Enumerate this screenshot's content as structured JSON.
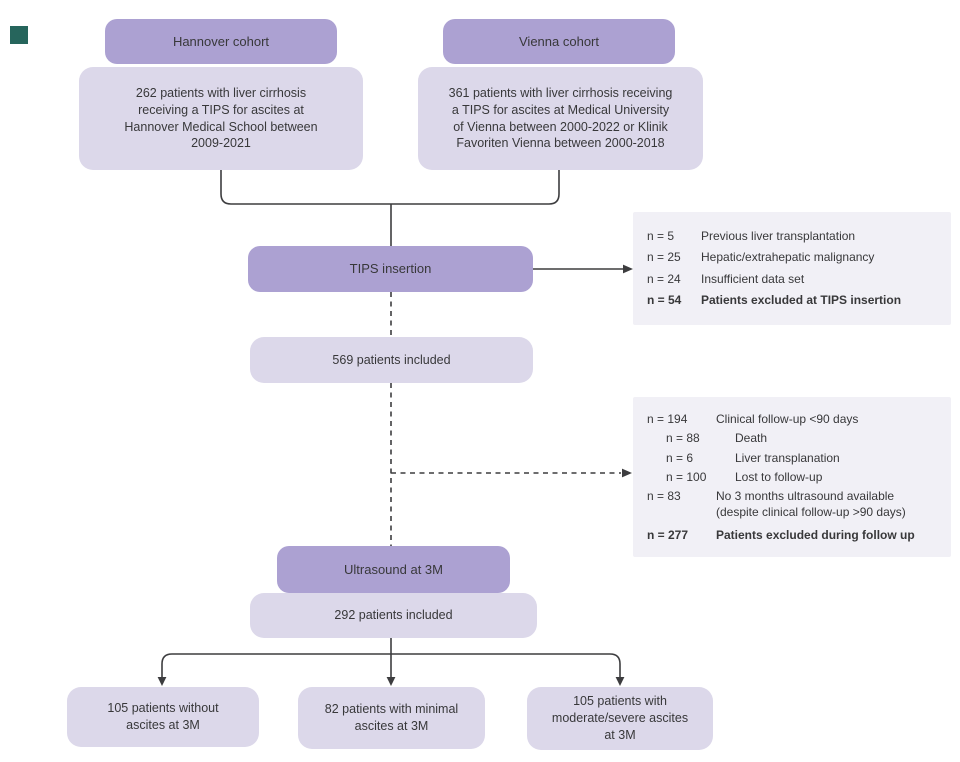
{
  "palette": {
    "node_purple": "#aca1d2",
    "node_lavender": "#dcd8ea",
    "panel_bg": "#f1f0f6",
    "line": "#3d3d3f",
    "text": "#38383a",
    "corner_marker": "#26655c"
  },
  "cohorts": {
    "hannover": {
      "header": "Hannover cohort",
      "body": "262 patients with liver cirrhosis\nreceiving a TIPS for ascites at\nHannover Medical School between\n2009-2021"
    },
    "vienna": {
      "header": "Vienna cohort",
      "body": "361 patients with liver cirrhosis receiving\na TIPS for ascites at Medical University\nof Vienna between 2000-2022 or Klinik\nFavoriten Vienna between 2000-2018"
    }
  },
  "flow": {
    "tips_insertion": "TIPS insertion",
    "included_after_tips": "569 patients included",
    "ultrasound": "Ultrasound at 3M",
    "included_after_followup": "292 patients included"
  },
  "exclusion_at_tips": {
    "rows": [
      {
        "n": "n = 5",
        "label": "Previous liver transplantation"
      },
      {
        "n": "n = 25",
        "label": "Hepatic/extrahepatic malignancy"
      },
      {
        "n": "n = 24",
        "label": "Insufficient data set"
      },
      {
        "n": "n = 54",
        "label": "Patients excluded at TIPS insertion"
      }
    ]
  },
  "exclusion_followup": {
    "rows": [
      {
        "n": "n = 194",
        "label": "Clinical follow-up <90 days"
      },
      {
        "n": "n = 88",
        "label": "Death"
      },
      {
        "n": "n = 6",
        "label": "Liver transplanation"
      },
      {
        "n": "n = 100",
        "label": "Lost to follow-up"
      },
      {
        "n": "n = 83",
        "label": "No 3 months ultrasound available\n(despite clinical follow-up >90 days)"
      },
      {
        "n": "n = 277",
        "label": "Patients excluded during follow up"
      }
    ]
  },
  "outcomes": {
    "no_ascites": "105 patients without\nascites at 3M",
    "minimal_ascites": "82 patients with minimal\nascites at 3M",
    "moderate_severe_ascites": "105 patients with\nmoderate/severe ascites\nat 3M"
  }
}
